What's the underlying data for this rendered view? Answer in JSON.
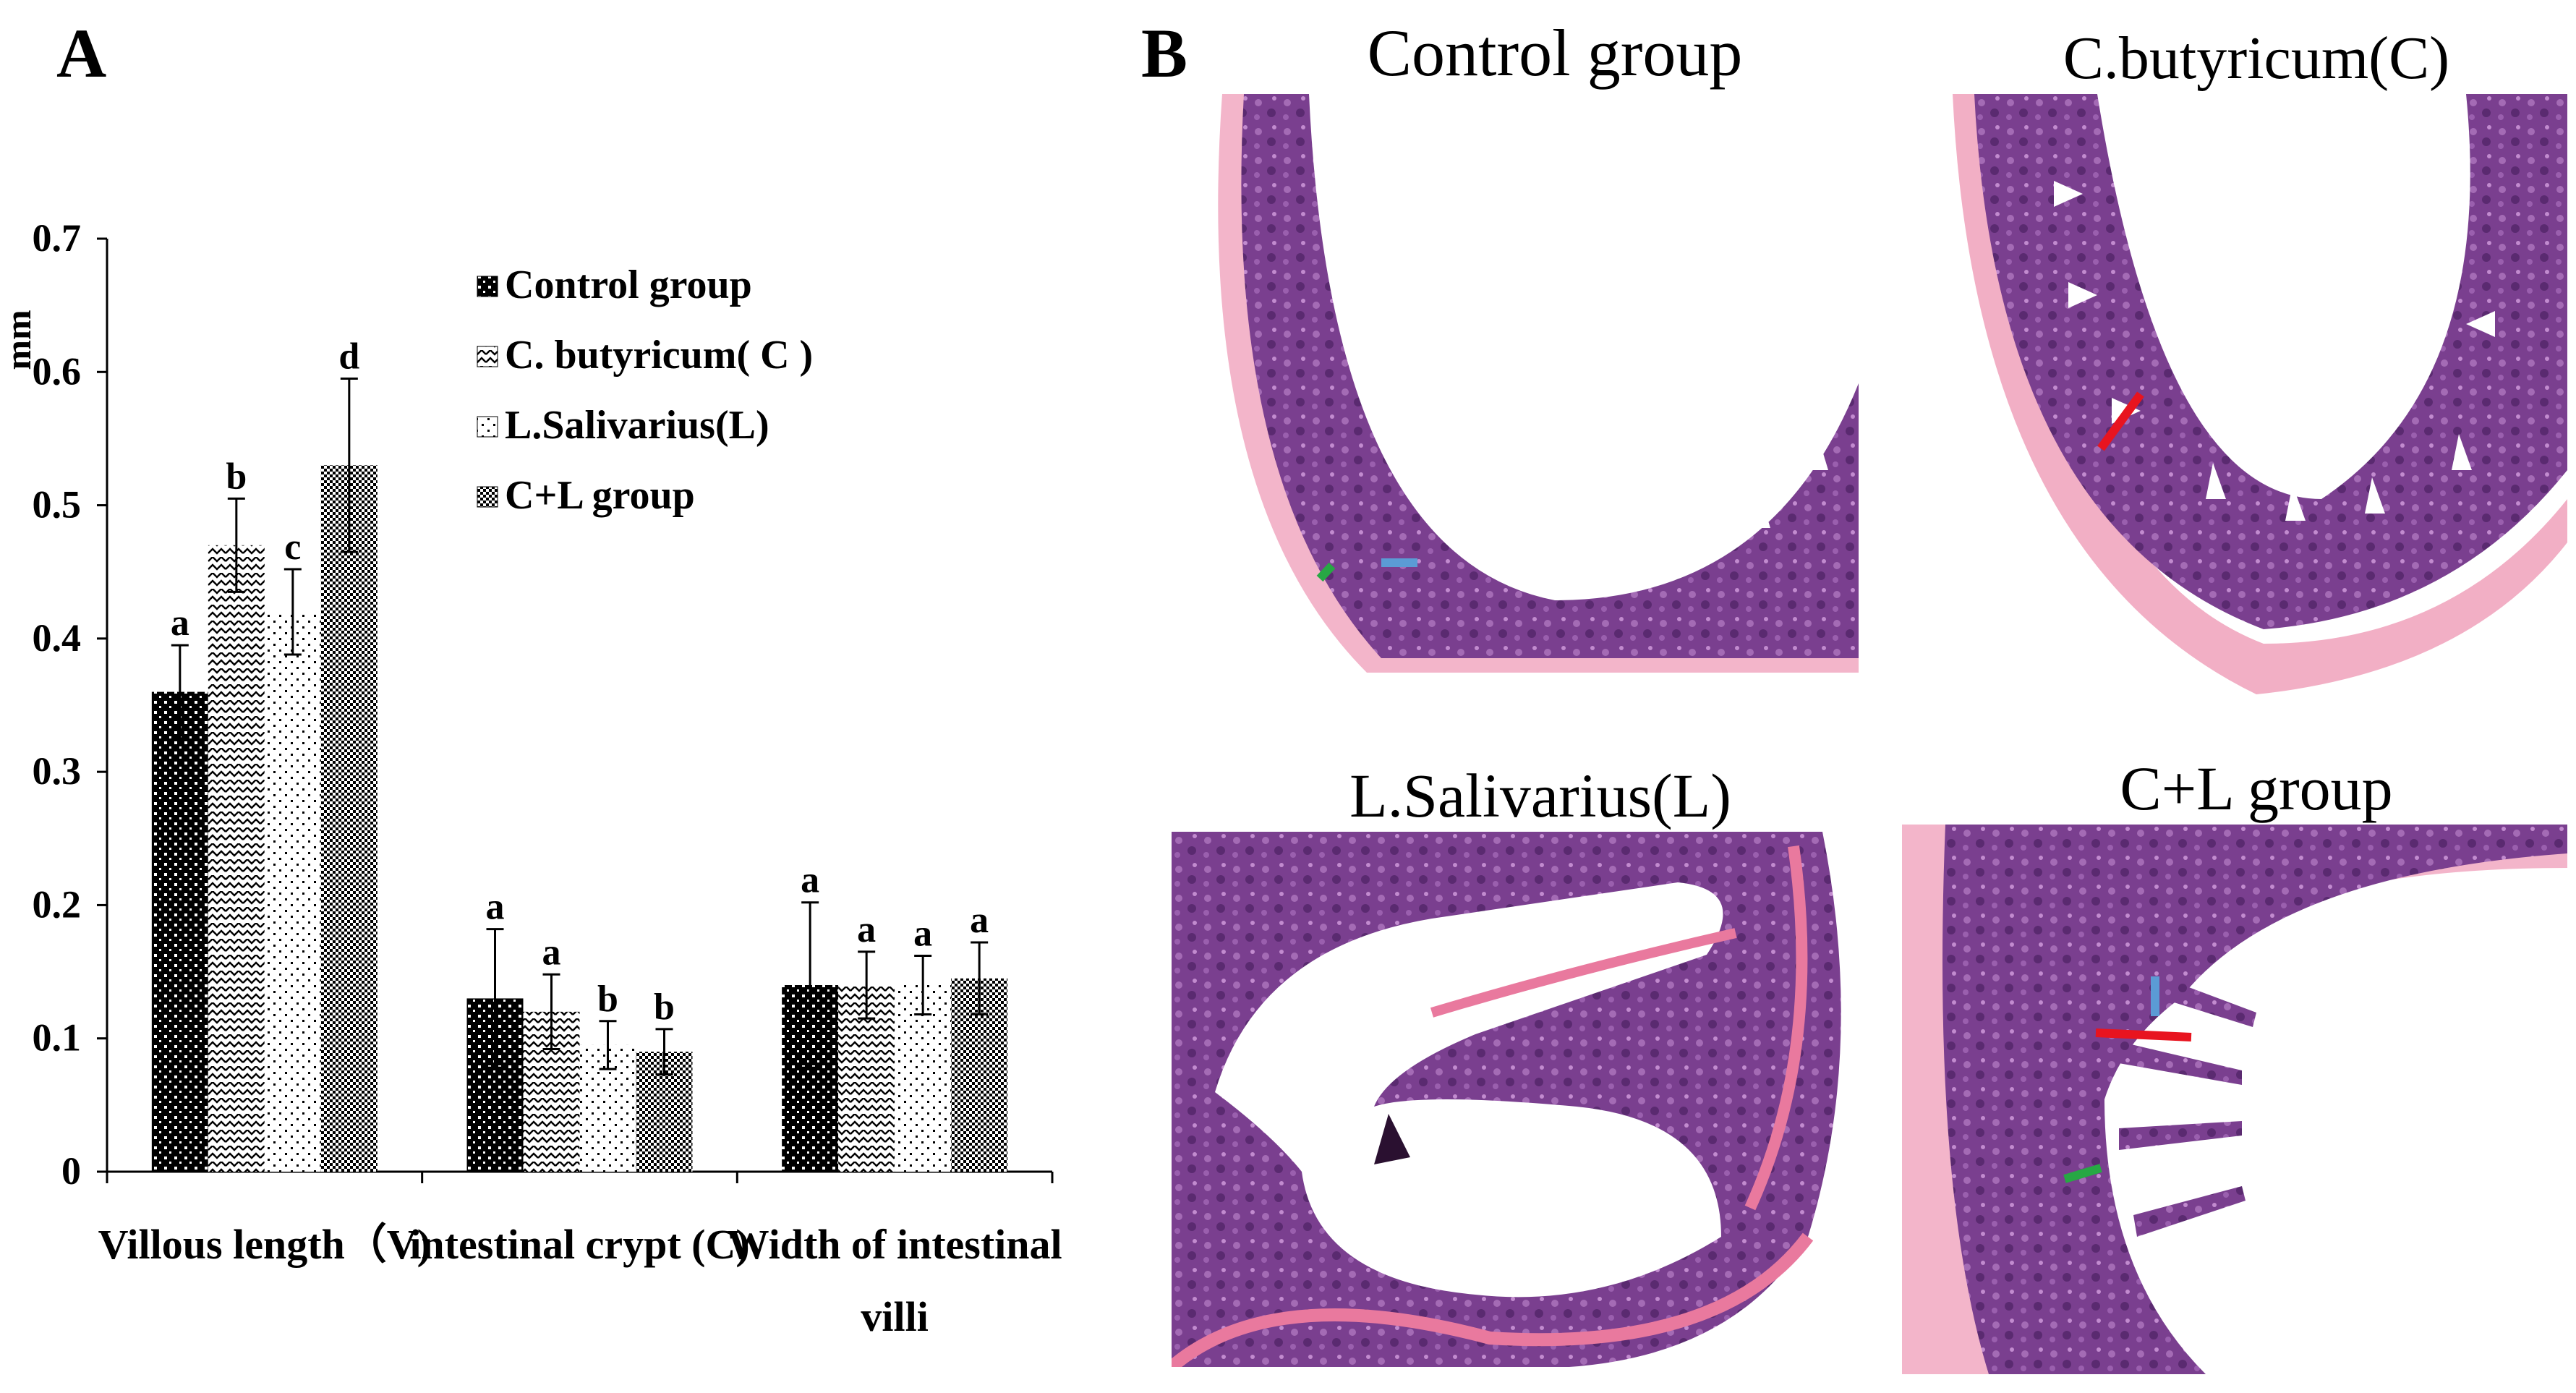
{
  "panel_a_label": "A",
  "panel_b_label": "B",
  "chart_data": {
    "type": "bar",
    "ylabel": "mm",
    "ylim": [
      0,
      0.7
    ],
    "yticks": [
      "0",
      "0.1",
      "0.2",
      "0.3",
      "0.4",
      "0.5",
      "0.6",
      "0.7"
    ],
    "grid": false,
    "legend_position": "top-center",
    "categories": [
      "Villous length（V)",
      "intestinal crypt (C)",
      "Width of intestinal villi"
    ],
    "category_lines": [
      [
        "Villous length（V)"
      ],
      [
        "intestinal crypt (C)"
      ],
      [
        "Width of intestinal",
        "villi"
      ]
    ],
    "series": [
      {
        "name": "Control group",
        "values": [
          0.36,
          0.13,
          0.14
        ],
        "errors": [
          0.035,
          0.052,
          0.062
        ],
        "letters": [
          "a",
          "a",
          "a"
        ],
        "pattern": "pat-dots-dark"
      },
      {
        "name": "C. butyricum( C )",
        "values": [
          0.47,
          0.12,
          0.14
        ],
        "errors": [
          0.035,
          0.028,
          0.025
        ],
        "letters": [
          "b",
          "a",
          "a"
        ],
        "pattern": "pat-zigzag"
      },
      {
        "name": "L.Salivarius(L)",
        "values": [
          0.42,
          0.095,
          0.14
        ],
        "errors": [
          0.032,
          0.018,
          0.022
        ],
        "letters": [
          "c",
          "b",
          "a"
        ],
        "pattern": "pat-dots-light"
      },
      {
        "name": "C+L group",
        "values": [
          0.53,
          0.09,
          0.145
        ],
        "errors": [
          0.065,
          0.017,
          0.027
        ],
        "letters": [
          "d",
          "b",
          "a"
        ],
        "pattern": "pat-check"
      }
    ]
  },
  "histology": {
    "control_title": "Control group",
    "cbutyricum_title": "C.butyricum(C)",
    "lsalivarius_title": "L.Salivarius(L)",
    "cl_title": "C+L group",
    "tissue_color": "#7a3f8f",
    "muscle_color": "#e9799e",
    "marker_colors": {
      "villus_length": "#e8141f",
      "crypt": "#5b9bd5",
      "villus_width": "#27a844"
    }
  }
}
